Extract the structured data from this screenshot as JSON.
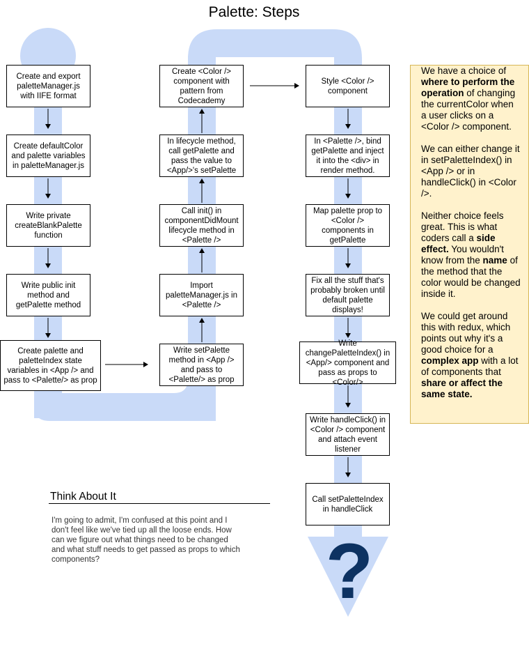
{
  "title": "Palette: Steps",
  "colors": {
    "path": "#c9daf8",
    "note_bg": "#fff2cc",
    "note_border": "#d6b656",
    "question_mark": "#0d3262"
  },
  "columns": {
    "left": [
      "Create and export paletteManager.js with IIFE format",
      "Create defaultColor and palette variables in paletteManager.js",
      "Write private createBlankPalette function",
      "Write public init method and getPalette method",
      "Create palette and paletteIndex state variables in <App /> and pass to <Palette/> as prop"
    ],
    "middle": [
      "Create <Color /> component with pattern from Codecademy",
      "In lifecycle method, call getPalette and pass the value to <App/>'s setPalette",
      "Call init() in componentDidMount lifecycle method in <Palette />",
      "Import paletteManager.js in <Palette />",
      "Write setPalette method in <App /> and pass to <Palette/> as prop"
    ],
    "right": [
      "Style <Color /> component",
      "In <Palette />, bind getPalette and inject it into the <div> in render method.",
      "Map palette prop to <Color /> components in getPalette",
      "Fix all the stuff that's probably broken until default palette displays!",
      "Write changePaletteIndex() in <App/> component and pass as props to <Color/>",
      "Write handleClick() in <Color /> component and attach event listener",
      "Call setPaletteIndex in handleClick"
    ]
  },
  "note": {
    "p1": [
      {
        "t": "We have a choice of ",
        "b": false
      },
      {
        "t": "where to perform the operation",
        "b": true
      },
      {
        "t": " of changing the currentColor when a user clicks on a <Color /> component.",
        "b": false
      }
    ],
    "p2": [
      {
        "t": "We can either change it in setPaletteIndex() in <App /> or in handleClick() in <Color />.",
        "b": false
      }
    ],
    "p3": [
      {
        "t": "Neither choice feels great. This is what coders call a ",
        "b": false
      },
      {
        "t": "side effect.",
        "b": true
      },
      {
        "t": " You wouldn't know from the ",
        "b": false
      },
      {
        "t": "name",
        "b": true
      },
      {
        "t": " of the method that the color would be changed inside it.",
        "b": false
      }
    ],
    "p4": [
      {
        "t": "We could get around this with redux, which points out why it's a good choice for a ",
        "b": false
      },
      {
        "t": "complex app",
        "b": true
      },
      {
        "t": " with a lot of components that ",
        "b": false
      },
      {
        "t": "share or affect the same state.",
        "b": true
      }
    ]
  },
  "think": {
    "title": "Think About It",
    "text": "I'm going to admit, I'm confused at this point and I don't feel like we've tied up all the loose ends. How can we figure out what things need to be changed and what stuff needs to get passed as props to which components?"
  },
  "question_mark": "?"
}
